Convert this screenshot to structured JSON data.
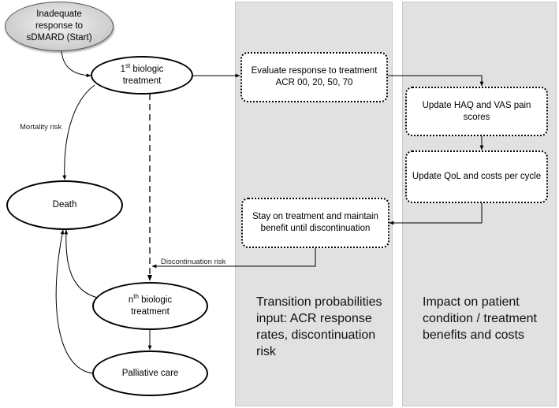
{
  "nodes": {
    "start": "Inadequate response to sDMARD (Start)",
    "first_biologic": {
      "prefix": "1",
      "sup": "st",
      "text": " biologic treatment"
    },
    "death": "Death",
    "nth_biologic": {
      "prefix": "n",
      "sup": "th",
      "text": " biologic treatment"
    },
    "palliative": "Palliative care",
    "evaluate": "Evaluate response to treatment ACR 00, 20, 50, 70",
    "update_haq": "Update HAQ and VAS pain scores",
    "update_qol": "Update QoL and costs per cycle",
    "stay": "Stay on treatment and maintain benefit until discontinuation"
  },
  "edge_labels": {
    "mortality": "Mortality risk",
    "discontinuation": "Discontinuation risk"
  },
  "panels": {
    "middle_caption": "Transition probabilities input: ACR response rates, discontinuation risk",
    "right_caption": "Impact on patient condition / treatment benefits and costs"
  },
  "colors": {
    "panel_fill": "#e1e1e1",
    "start_fill": "#d2d2d2",
    "line": "#000000"
  }
}
